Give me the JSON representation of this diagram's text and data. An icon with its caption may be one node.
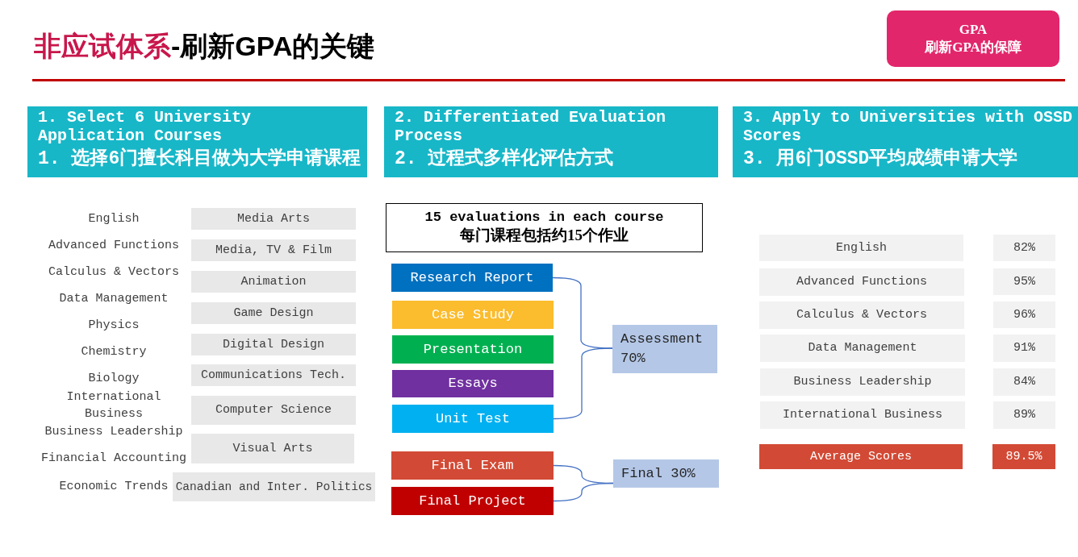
{
  "diagram": {
    "title": "非应试体系-刷新GPA的关键",
    "nodes": [
      {
        "text": [
          "GPA",
          "刷新GPA的保障"
        ]
      },
      {
        "text": [
          "1. Select 6 University Application Courses",
          "1. 选择6门擅长科目做为大学申请课程"
        ]
      },
      {
        "text": [
          "2. Differentiated Evaluation Process",
          "2. 过程式多样化评估方式"
        ]
      },
      {
        "text": [
          "3. Apply to Universities with OSSD Scores",
          "3. 用6门OSSD平均成绩申请大学"
        ]
      },
      {
        "text": [
          "Media Arts"
        ]
      },
      {
        "text": [
          "Media, TV & Film"
        ]
      },
      {
        "text": [
          "Animation"
        ]
      },
      {
        "text": [
          "Game Design"
        ]
      },
      {
        "text": [
          "Digital Design"
        ]
      },
      {
        "text": [
          "Communications Tech."
        ]
      },
      {
        "text": [
          "Computer Science"
        ]
      },
      {
        "text": [
          "Visual Arts"
        ]
      },
      {
        "text": [
          "Canadian and Inter. Politics"
        ]
      },
      {
        "text": [
          "15 evaluations in each course",
          "每门课程包括约15个作业"
        ]
      },
      {
        "text": [
          "Research Report"
        ]
      },
      {
        "text": [
          "Case Study"
        ]
      },
      {
        "text": [
          "Presentation"
        ]
      },
      {
        "text": [
          "Essays"
        ]
      },
      {
        "text": [
          "Unit Test"
        ]
      },
      {
        "text": [
          "Assessment 70%"
        ]
      },
      {
        "text": [
          "Final Exam"
        ]
      },
      {
        "text": [
          "Final Project"
        ]
      },
      {
        "text": [
          "Final 30%"
        ]
      },
      {
        "text": [
          "English"
        ]
      },
      {
        "text": [
          "82%"
        ]
      },
      {
        "text": [
          "Advanced Functions"
        ]
      },
      {
        "text": [
          "95%"
        ]
      },
      {
        "text": [
          "Calculus & Vectors"
        ]
      },
      {
        "text": [
          "96%"
        ]
      },
      {
        "text": [
          "Data Management"
        ]
      },
      {
        "text": [
          "91%"
        ]
      },
      {
        "text": [
          "Business Leadership"
        ]
      },
      {
        "text": [
          "84%"
        ]
      },
      {
        "text": [
          "International Business"
        ]
      },
      {
        "text": [
          "89%"
        ]
      },
      {
        "text": [
          "Average Scores"
        ]
      },
      {
        "text": [
          "89.5%"
        ]
      }
    ],
    "edges": [
      {
        "from": 14,
        "to": 19,
        "arrow": "none"
      },
      {
        "from": 18,
        "to": 19,
        "arrow": "none"
      },
      {
        "from": 20,
        "to": 22,
        "arrow": "none"
      },
      {
        "from": 21,
        "to": 22,
        "arrow": "none"
      }
    ],
    "labels": [
      "English",
      "Advanced Functions",
      "Calculus & Vectors",
      "Data Management",
      "Physics",
      "Chemistry",
      "Biology",
      "International Business",
      "Business Leadership",
      "Financial Accounting",
      "Economic Trends"
    ]
  }
}
